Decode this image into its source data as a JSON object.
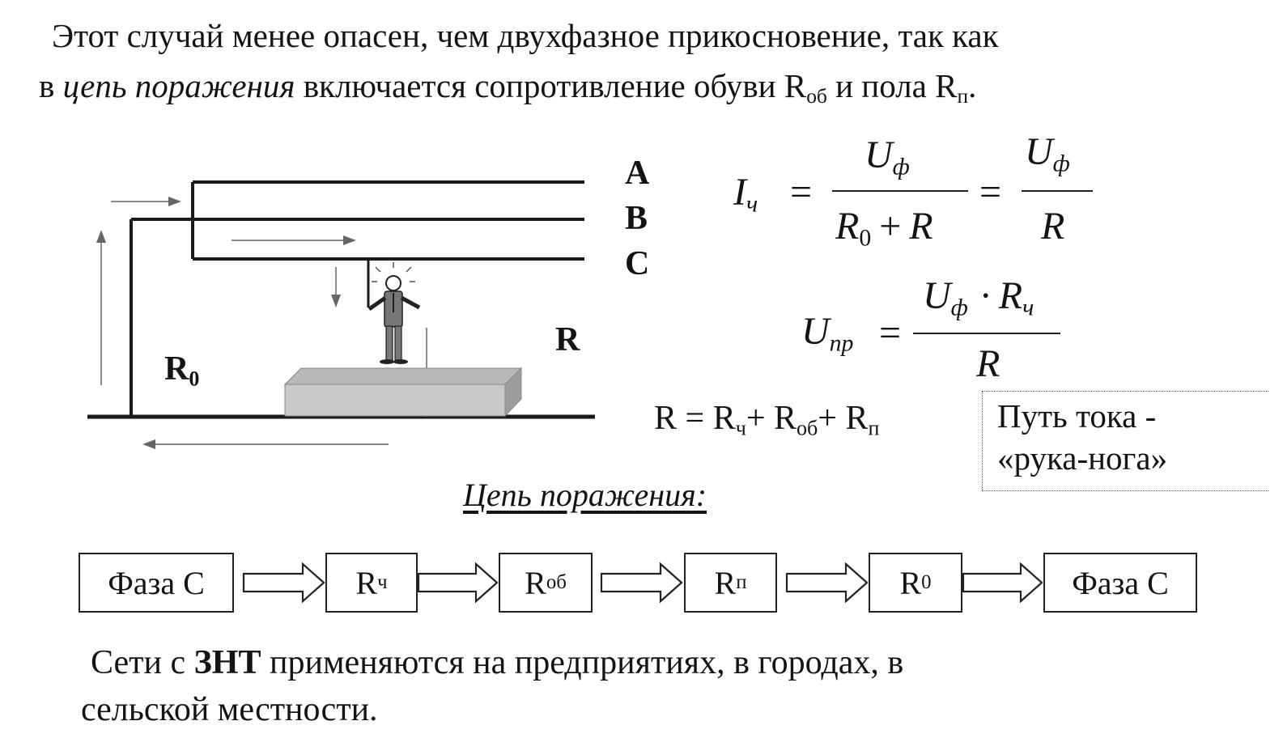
{
  "intro": {
    "line1": "Этот случай менее опасен, чем двухфазное прикосновение, так как",
    "line2_a": "в ",
    "line2_italic": "цепь поражения",
    "line2_b": " включается сопротивление обуви R",
    "line2_sub1": "об",
    "line2_c": " и пола R",
    "line2_sub2": "п",
    "line2_d": "."
  },
  "diagram": {
    "phases": [
      "A",
      "B",
      "C"
    ],
    "r_label": "R",
    "r0_label": "R",
    "r0_sub": "0"
  },
  "formulas": {
    "i_main": "I",
    "i_sub": "ч",
    "u": "U",
    "u_sub": "ф",
    "r0": "R",
    "r0_sub": "0",
    "plus": "+",
    "r": "R",
    "u_pr": "U",
    "u_pr_sub": "пр",
    "dot": "·",
    "r_ch": "R",
    "r_ch_sub": "ч",
    "eq": "="
  },
  "sum_formula": {
    "text_a": "R = R",
    "sub1": "ч",
    "text_b": "+ R",
    "sub2": "об",
    "text_c": "+ R",
    "sub3": "п"
  },
  "path_box": {
    "line1": "Путь тока -",
    "line2": "«рука-нога»"
  },
  "chain": {
    "title": "Цепь поражения:",
    "boxes": [
      {
        "main": "Фаза С",
        "sub": ""
      },
      {
        "main": "R",
        "sub": "ч"
      },
      {
        "main": "R",
        "sub": "об"
      },
      {
        "main": "R",
        "sub": "п"
      },
      {
        "main": "R",
        "sub": "0"
      },
      {
        "main": "Фаза С",
        "sub": ""
      }
    ]
  },
  "outro": {
    "line1_a": "Сети с ",
    "line1_bold": "ЗНТ",
    "line1_b": " применяются  на предприятиях, в городах, в",
    "line2": "сельской местности."
  }
}
